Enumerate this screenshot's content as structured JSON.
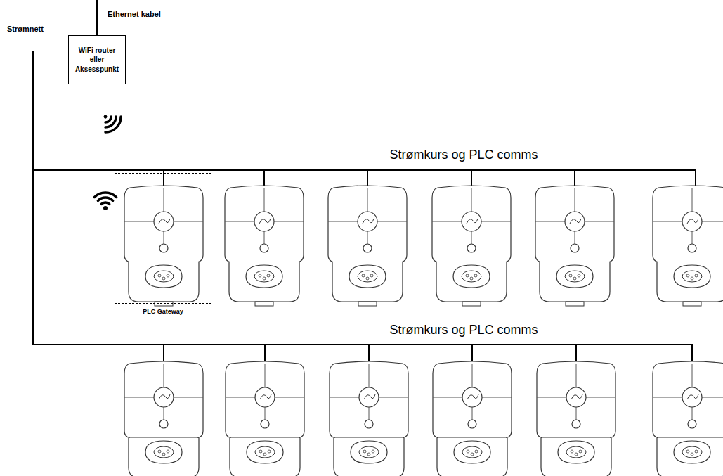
{
  "diagram": {
    "nodes": [
      {
        "text": [
          "WiFi router eller Aksesspunkt"
        ]
      },
      {
        "text": [
          "PLC Gateway"
        ]
      }
    ],
    "labels": [
      "Strømnett",
      "Ethernet kabel",
      "Strømkurs og PLC comms",
      "Strømkurs og PLC comms"
    ]
  }
}
